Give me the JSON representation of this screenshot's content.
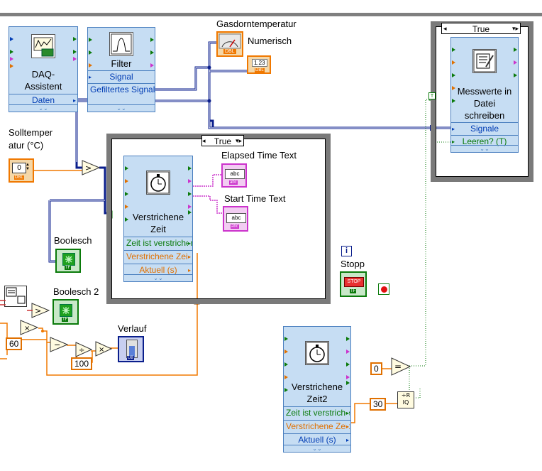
{
  "express_vis": {
    "daq": {
      "title_line1": "DAQ-",
      "title_line2": "Assistent",
      "out": "Daten"
    },
    "filter": {
      "title": "Filter",
      "in": "Signal",
      "out": "Gefiltertes Signal"
    },
    "elapsed1": {
      "title_line1": "Verstrichene",
      "title_line2": "Zeit",
      "t1": "Zeit ist verstrichen",
      "t2": "Verstrichene Zeit",
      "t3": "Aktuell (s)"
    },
    "elapsed2": {
      "title_line1": "Verstrichene",
      "title_line2": "Zeit2",
      "t1": "Zeit ist verstrichen",
      "t2": "Verstrichene Zeit",
      "t3": "Aktuell (s)"
    },
    "writer": {
      "title_line1": "Messwerte in",
      "title_line2": "Datei",
      "title_line3": "schreiben",
      "t1": "Signale",
      "t2": "Leeren? (T)"
    }
  },
  "case_structures": {
    "inner_selector": "True",
    "right_selector": "True"
  },
  "labels": {
    "gasdorn": "Gasdorntemperatur",
    "numerisch": "Numerisch",
    "solltemp_line1": "Solltemper",
    "solltemp_line2": "atur (°C)",
    "elapsed_text": "Elapsed Time Text",
    "start_text": "Start Time Text",
    "boolesch": "Boolesch",
    "boolesch2": "Boolesch 2",
    "verlauf": "Verlauf",
    "stopp": "Stopp"
  },
  "terminals": {
    "solltemp_value": "0",
    "dbl": "DBL",
    "abc": "abc",
    "tf": "TF",
    "stop": "STOP",
    "num123": "1.23",
    "u8": "U8",
    "info": "i"
  },
  "constants": {
    "c60": "60",
    "c100": "100",
    "c0": "0",
    "c30": "30",
    "bool_true": "T"
  },
  "colors": {
    "express_bg": "#c6ddf3",
    "dbl_wire": "#f07800",
    "dynamic_wire": "#0a1e8c",
    "string_wire": "#cc33cc",
    "bool_wire": "#0a7a0a"
  }
}
